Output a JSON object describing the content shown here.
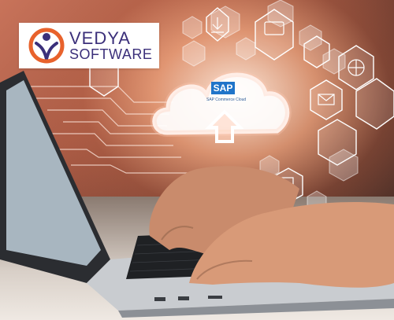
{
  "logo": {
    "line1": "VEDYA",
    "line2": "SOFTWARE",
    "brand_color": "#3b2f7a",
    "accent_color": "#e8622c"
  },
  "cloud_badge": {
    "text": "SAP",
    "subtitle": "SAP Commerce Cloud",
    "color": "#1f74c9"
  },
  "icons": [
    "download-icon",
    "chat-icon",
    "network-icon",
    "globe-icon",
    "mail-icon",
    "cloud-network-icon",
    "document-icon",
    "devices-icon",
    "upload-arrow-icon"
  ]
}
